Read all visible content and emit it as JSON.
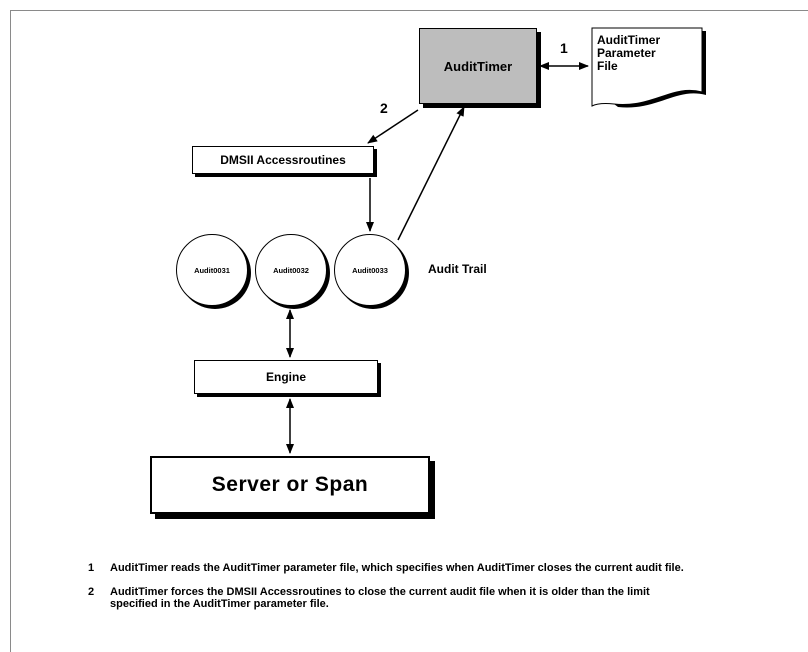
{
  "nodes": {
    "audittimer": "AuditTimer",
    "parameter_file": [
      "AuditTimer",
      "Parameter",
      "File"
    ],
    "dmsii": "DMSII Accessroutines",
    "audit_files": [
      "Audit0031",
      "Audit0032",
      "Audit0033"
    ],
    "audit_trail": "Audit Trail",
    "engine": "Engine",
    "server": "Server or Span"
  },
  "step_labels": [
    "1",
    "2"
  ],
  "notes": [
    {
      "num": "1",
      "text": "AuditTimer reads the AuditTimer parameter file, which specifies when AuditTimer closes the current audit file."
    },
    {
      "num": "2",
      "text": "AuditTimer forces the DMSII Accessroutines to close the current audit file when it is older than the limit specified in the AuditTimer parameter file."
    }
  ]
}
